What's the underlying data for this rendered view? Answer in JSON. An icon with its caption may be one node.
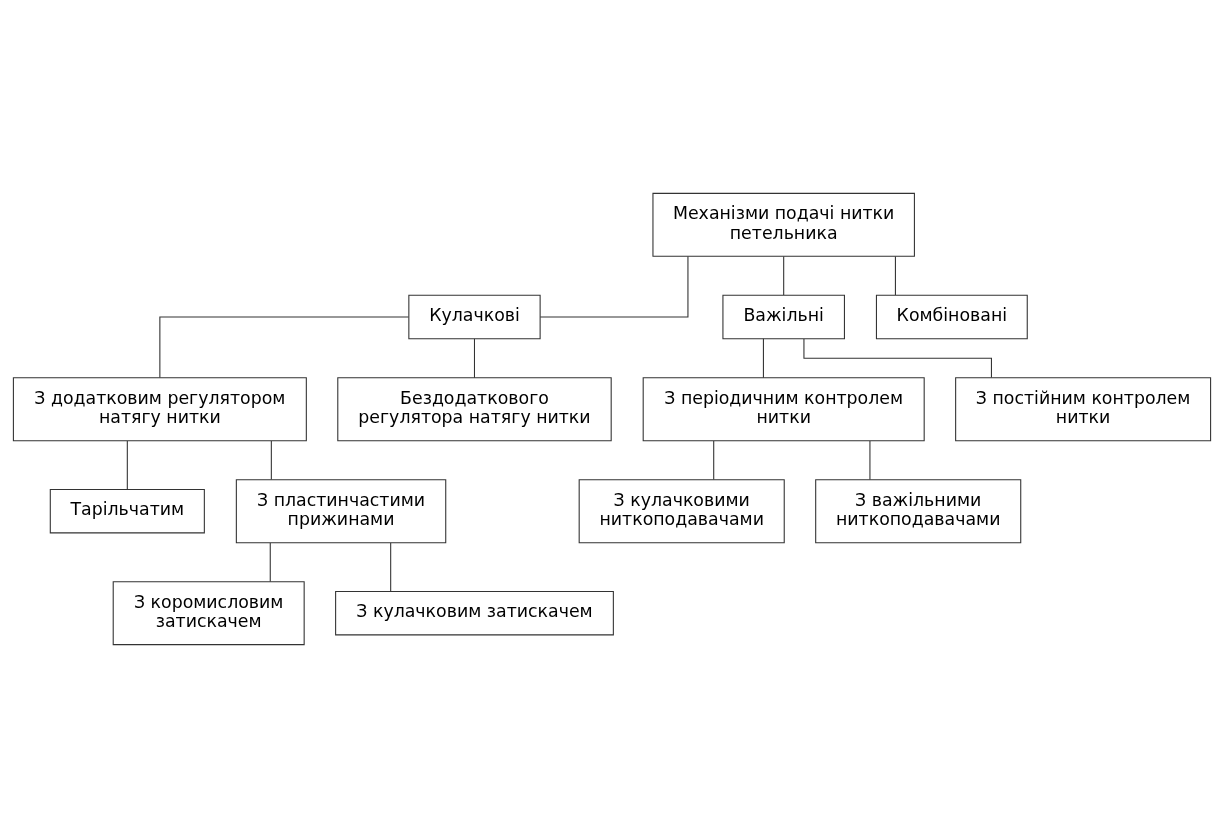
{
  "diagram": {
    "nodes": [
      {
        "text": [
          "Механізми подачі нитки петельника"
        ]
      },
      {
        "text": [
          "Кулачкові"
        ]
      },
      {
        "text": [
          "Важільні"
        ]
      },
      {
        "text": [
          "Комбіновані"
        ]
      },
      {
        "text": [
          "З додатковим регулятором натягу нитки"
        ]
      },
      {
        "text": [
          "Бездодаткового регулятора натягу нитки"
        ]
      },
      {
        "text": [
          "З періодичним контролем нитки"
        ]
      },
      {
        "text": [
          "З постійним контролем нитки"
        ]
      },
      {
        "text": [
          "Тарільчатим"
        ]
      },
      {
        "text": [
          "З пластинчастими прижинами"
        ]
      },
      {
        "text": [
          "З коромисловим затискачем"
        ]
      },
      {
        "text": [
          "З кулачковим затискачем"
        ]
      },
      {
        "text": [
          "З кулачковими ниткоподавачами"
        ]
      },
      {
        "text": [
          "З важільними ниткоподавачами"
        ]
      }
    ],
    "edges": [
      {
        "from": 0,
        "to": 1,
        "arrow": "none"
      },
      {
        "from": 0,
        "to": 2,
        "arrow": "none"
      },
      {
        "from": 0,
        "to": 3,
        "arrow": "none"
      },
      {
        "from": 1,
        "to": 4,
        "arrow": "none"
      },
      {
        "from": 1,
        "to": 5,
        "arrow": "none"
      },
      {
        "from": 2,
        "to": 6,
        "arrow": "none"
      },
      {
        "from": 2,
        "to": 7,
        "arrow": "none"
      },
      {
        "from": 4,
        "to": 8,
        "arrow": "none"
      },
      {
        "from": 4,
        "to": 9,
        "arrow": "none"
      },
      {
        "from": 9,
        "to": 10,
        "arrow": "none"
      },
      {
        "from": 9,
        "to": 11,
        "arrow": "none"
      },
      {
        "from": 6,
        "to": 12,
        "arrow": "none"
      },
      {
        "from": 6,
        "to": 13,
        "arrow": "none"
      }
    ]
  }
}
